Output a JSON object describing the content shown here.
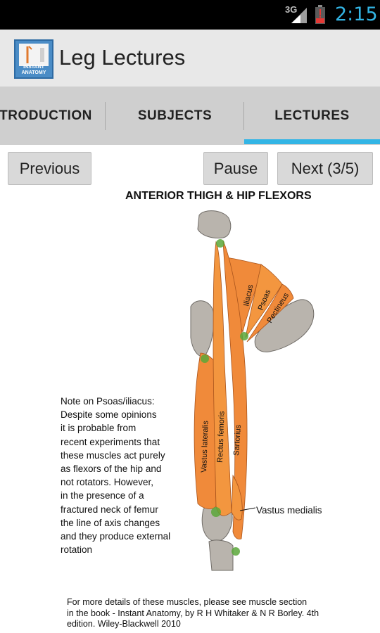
{
  "status_bar": {
    "network": "3G",
    "time": "2:15",
    "accent": "#33b5e5"
  },
  "action_bar": {
    "icon": "instant-anatomy-icon",
    "icon_label_line1": "INSTANT",
    "icon_label_line2": "ANATOMY",
    "title": "Leg Lectures"
  },
  "tabs": [
    {
      "label": "TRODUCTION",
      "selected": false
    },
    {
      "label": "SUBJECTS",
      "selected": false
    },
    {
      "label": "LECTURES",
      "selected": true
    }
  ],
  "controls": {
    "previous_label": "Previous",
    "pause_label": "Pause",
    "next_label": "Next (3/5)"
  },
  "figure": {
    "title": "ANTERIOR THIGH & HIP FLEXORS",
    "muscle_labels": {
      "iliacus": "Iliacus",
      "psoas": "Psoas",
      "pectineus": "Pectineus",
      "vastus_lateralis": "Vastus lateralis",
      "rectus_femoris": "Rectus femoris",
      "sartorius": "Sartorius",
      "vastus_medialis": "Vastus medialis"
    },
    "note_lines": [
      "Note on Psoas/iliacus:",
      "Despite some opinions",
      "it is probable from",
      "recent experiments that",
      "these muscles act purely",
      "as flexors of the hip and",
      "not rotators. However,",
      "in the presence of a",
      "fractured neck of femur",
      "the line of axis changes",
      "and they produce external",
      "rotation"
    ],
    "footer_lines": [
      "For more details of these  muscles, please see muscle section",
      "in the book - Instant Anatomy, by R H Whitaker & N R Borley. 4th",
      "edition. Wiley-Blackwell 2010"
    ],
    "colors": {
      "muscle": "#f08a3a",
      "bone": "#b9b4ad",
      "attachment": "#5aa73a"
    }
  }
}
